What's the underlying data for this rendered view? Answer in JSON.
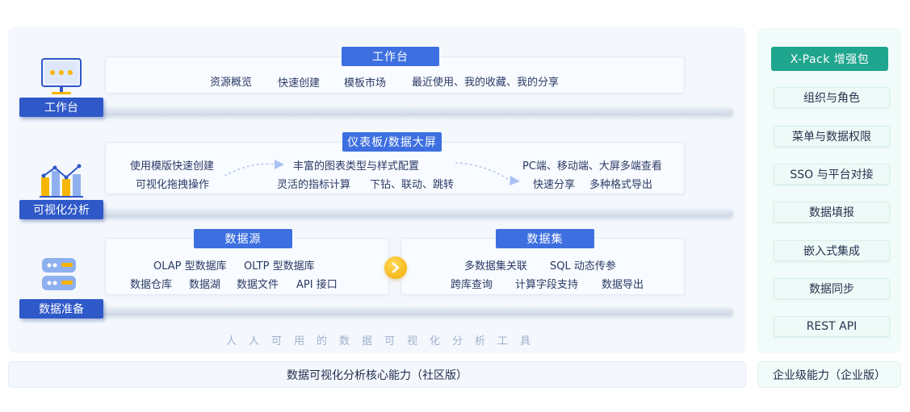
{
  "workbench": {
    "side_label": "工作台",
    "tag": "工作台",
    "items": [
      "资源概览",
      "快速创建",
      "模板市场",
      "最近使用、我的收藏、我的分享"
    ]
  },
  "analysis": {
    "side_label": "可视化分析",
    "tag": "仪表板/数据大屏",
    "col1": [
      "使用模版快速创建",
      "可视化拖拽操作"
    ],
    "col2_line1": "丰富的图表类型与样式配置",
    "col2_line2": [
      "灵活的指标计算",
      "下钻、联动、跳转"
    ],
    "col3_line1": "PC端、移动端、大屏多端查看",
    "col3_line2": [
      "快速分享",
      "多种格式导出"
    ]
  },
  "prep": {
    "side_label": "数据准备",
    "source_tag": "数据源",
    "source_line1": [
      "OLAP 型数据库",
      "OLTP 型数据库"
    ],
    "source_line2": [
      "数据仓库",
      "数据湖",
      "数据文件",
      "API 接口"
    ],
    "dataset_tag": "数据集",
    "dataset_line1": [
      "多数据集关联",
      "SQL 动态传参"
    ],
    "dataset_line2": [
      "跨库查询",
      "计算字段支持",
      "数据导出"
    ]
  },
  "tagline": "人人可用的数据可视化分析工具",
  "footer_main": "数据可视化分析核心能力（社区版）",
  "enterprise": {
    "header": "X-Pack 增强包",
    "items": [
      "组织与角色",
      "菜单与数据权限",
      "SSO 与平台对接",
      "数据填报",
      "嵌入式集成",
      "数据同步",
      "REST API"
    ],
    "footer": "企业级能力（企业版）"
  },
  "icons": {
    "workbench": "monitor-icon",
    "analysis": "chart-icon",
    "prep": "database-icon",
    "arrow": "arrow-right-icon"
  },
  "colors": {
    "primary": "#3d6fe0",
    "label": "#2f58c8",
    "xpack": "#20a58e",
    "arrow": "#f7b500"
  }
}
